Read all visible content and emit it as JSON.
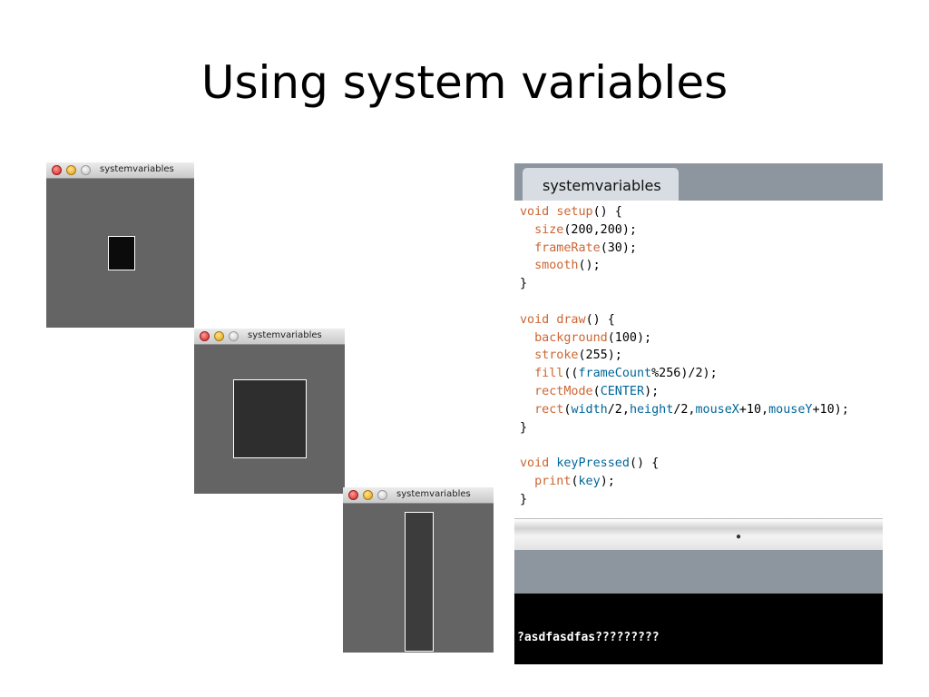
{
  "slide": {
    "title": "Using system variables"
  },
  "windows": [
    {
      "title": "systemvariables"
    },
    {
      "title": "systemvariables"
    },
    {
      "title": "systemvariables"
    }
  ],
  "editor": {
    "tab_label": "systemvariables",
    "code_lines": [
      [
        [
          "kw",
          "void "
        ],
        [
          "fn",
          "setup"
        ],
        [
          "plain",
          "() {"
        ]
      ],
      [
        [
          "plain",
          "  "
        ],
        [
          "fn",
          "size"
        ],
        [
          "plain",
          "(200,200);"
        ]
      ],
      [
        [
          "plain",
          "  "
        ],
        [
          "fn",
          "frameRate"
        ],
        [
          "plain",
          "(30);"
        ]
      ],
      [
        [
          "plain",
          "  "
        ],
        [
          "fn",
          "smooth"
        ],
        [
          "plain",
          "();"
        ]
      ],
      [
        [
          "plain",
          "}"
        ]
      ],
      [
        [
          "plain",
          ""
        ]
      ],
      [
        [
          "kw",
          "void "
        ],
        [
          "fn",
          "draw"
        ],
        [
          "plain",
          "() {"
        ]
      ],
      [
        [
          "plain",
          "  "
        ],
        [
          "fn",
          "background"
        ],
        [
          "plain",
          "(100);"
        ]
      ],
      [
        [
          "plain",
          "  "
        ],
        [
          "fn",
          "stroke"
        ],
        [
          "plain",
          "(255);"
        ]
      ],
      [
        [
          "plain",
          "  "
        ],
        [
          "fn",
          "fill"
        ],
        [
          "plain",
          "(("
        ],
        [
          "var",
          "frameCount"
        ],
        [
          "plain",
          "%256)/2);"
        ]
      ],
      [
        [
          "plain",
          "  "
        ],
        [
          "fn",
          "rectMode"
        ],
        [
          "plain",
          "("
        ],
        [
          "var",
          "CENTER"
        ],
        [
          "plain",
          ");"
        ]
      ],
      [
        [
          "plain",
          "  "
        ],
        [
          "fn",
          "rect"
        ],
        [
          "plain",
          "("
        ],
        [
          "var",
          "width"
        ],
        [
          "plain",
          "/2,"
        ],
        [
          "var",
          "height"
        ],
        [
          "plain",
          "/2,"
        ],
        [
          "var",
          "mouseX"
        ],
        [
          "plain",
          "+10,"
        ],
        [
          "var",
          "mouseY"
        ],
        [
          "plain",
          "+10);"
        ]
      ],
      [
        [
          "plain",
          "}"
        ]
      ],
      [
        [
          "plain",
          ""
        ]
      ],
      [
        [
          "kw",
          "void "
        ],
        [
          "var",
          "keyPressed"
        ],
        [
          "plain",
          "() {"
        ]
      ],
      [
        [
          "plain",
          "  "
        ],
        [
          "fn",
          "print"
        ],
        [
          "plain",
          "("
        ],
        [
          "var",
          "key"
        ],
        [
          "plain",
          ");"
        ]
      ],
      [
        [
          "plain",
          "}"
        ]
      ]
    ],
    "console_output": "?asdfasdfas?????????"
  }
}
